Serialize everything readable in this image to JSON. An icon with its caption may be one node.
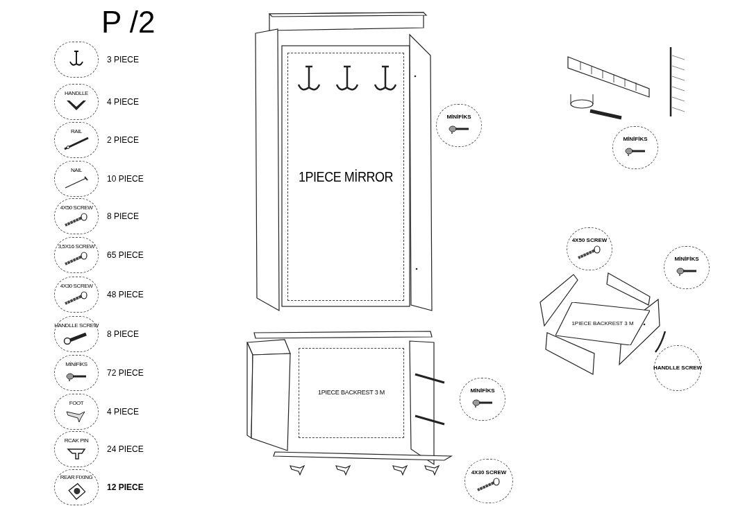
{
  "diagram": {
    "title": "P /2",
    "nodes": [
      {
        "text": [],
        "shape": "circle",
        "beside": [
          "3 PIECE"
        ]
      },
      {
        "text": [
          "HANDLLE"
        ],
        "beside": [
          "4 PIECE"
        ]
      },
      {
        "text": [
          "RAIL"
        ],
        "beside": [
          "2 PIECE"
        ]
      },
      {
        "text": [
          "NAIL"
        ],
        "beside": [
          "10 PIECE"
        ]
      },
      {
        "text": [
          "4X50 SCREW"
        ],
        "beside": [
          "8 PIECE"
        ]
      },
      {
        "text": [
          "3,5X16 SCREW"
        ],
        "beside": [
          "65 PIECE"
        ]
      },
      {
        "text": [
          "4X30 SCREW"
        ],
        "beside": [
          "48 PIECE"
        ]
      },
      {
        "text": [
          "HANDLLE SCREW"
        ],
        "beside": [
          "8 PIECE"
        ]
      },
      {
        "text": [
          "MİNİFİKS"
        ],
        "beside": [
          "72 PIECE"
        ]
      },
      {
        "text": [
          "FOOT"
        ],
        "beside": [
          "4 PIECE"
        ]
      },
      {
        "text": [
          "RCAK PIN"
        ],
        "beside": [
          "24 PIECE"
        ]
      },
      {
        "text": [
          "REAR FIXING"
        ],
        "beside": [
          "12 PIECE"
        ]
      },
      {
        "text": [
          "1PIECE MİRROR"
        ]
      },
      {
        "text": [
          "MİNİFİKS"
        ]
      },
      {
        "text": [
          "MİNİFİKS"
        ]
      },
      {
        "text": [
          "4X50 SCREW"
        ]
      },
      {
        "text": [
          "MİNİFİKS"
        ]
      },
      {
        "text": [
          "1PIECE BACKREST 3 M"
        ]
      },
      {
        "text": [
          "HANDLLE SCREW"
        ]
      },
      {
        "text": [
          "1PIECE BACKREST 3 M"
        ]
      },
      {
        "text": [
          "MİNİFİKS"
        ]
      },
      {
        "text": [
          "4X30 SCREW"
        ]
      }
    ]
  }
}
